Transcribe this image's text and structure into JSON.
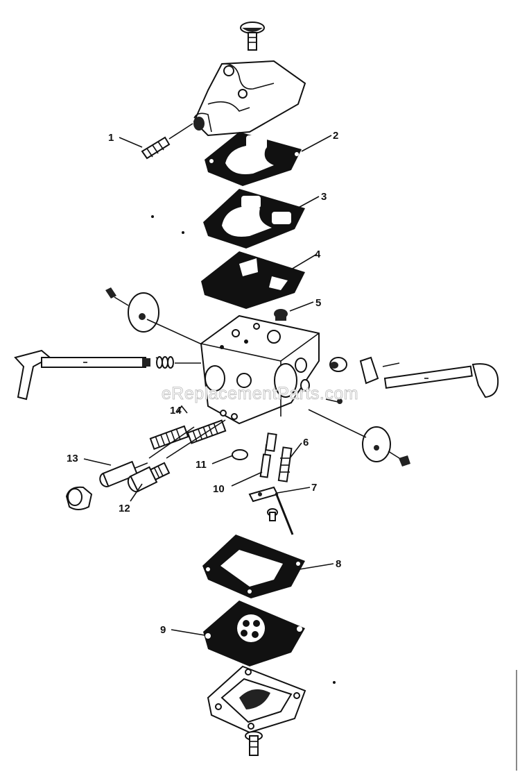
{
  "watermark": "eReplacementParts.com",
  "callouts": [
    {
      "id": "1",
      "label": "1"
    },
    {
      "id": "2",
      "label": "2"
    },
    {
      "id": "3",
      "label": "3"
    },
    {
      "id": "4",
      "label": "4"
    },
    {
      "id": "5",
      "label": "5"
    },
    {
      "id": "6",
      "label": "6"
    },
    {
      "id": "7",
      "label": "7"
    },
    {
      "id": "8",
      "label": "8"
    },
    {
      "id": "9",
      "label": "9"
    },
    {
      "id": "10",
      "label": "10"
    },
    {
      "id": "11",
      "label": "11"
    },
    {
      "id": "12",
      "label": "12"
    },
    {
      "id": "13",
      "label": "13"
    },
    {
      "id": "14",
      "label": "14"
    }
  ],
  "colors": {
    "ink": "#111111",
    "paper": "#ffffff",
    "watermark": "#b8b8b8"
  }
}
